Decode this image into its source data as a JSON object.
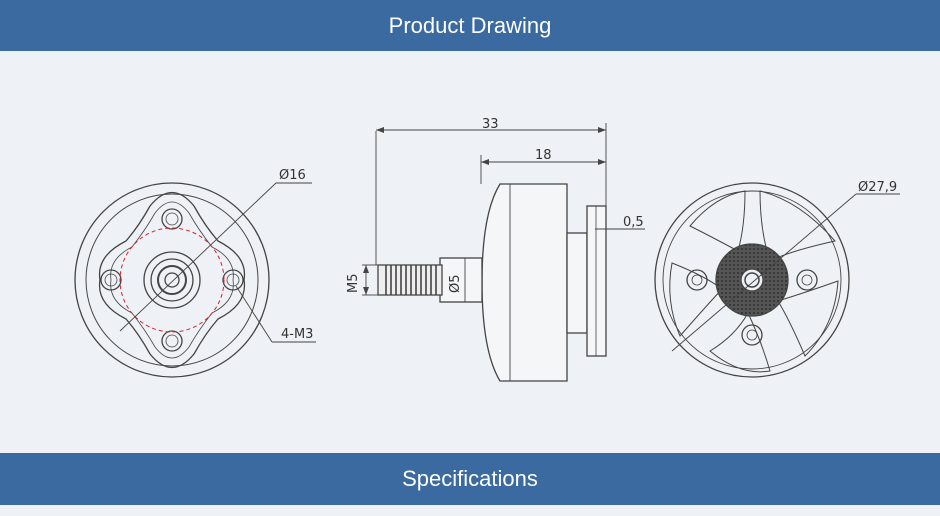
{
  "header": {
    "title": "Product Drawing"
  },
  "footer": {
    "title": "Specifications"
  },
  "drawing": {
    "front_view": {
      "dia_label": "Ø16",
      "holes_label": "4-M3"
    },
    "side_view": {
      "total_length": "33",
      "body_length": "18",
      "flange": "0,5",
      "thread": "M5",
      "shaft": "Ø5"
    },
    "rear_view": {
      "dia_label": "Ø27,9"
    }
  }
}
